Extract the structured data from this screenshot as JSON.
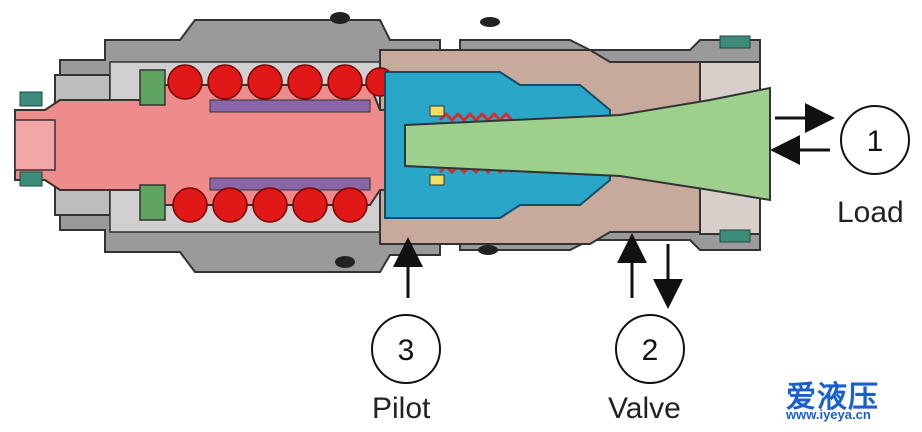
{
  "ports": [
    {
      "number": "1",
      "name": "Load"
    },
    {
      "number": "2",
      "name": "Valve"
    },
    {
      "number": "3",
      "name": "Pilot"
    }
  ],
  "watermark": {
    "brand": "爱液压",
    "url": "www.iyeya.cn"
  },
  "colors": {
    "body_gray": "#9a9a9a",
    "body_light": "#c8c8c8",
    "piston_pink": "#ee8c8c",
    "spring_red": "#e01818",
    "poppet_blue": "#2aa6c8",
    "spool_green": "#9cd08c",
    "seal_teal": "#3d8c7a",
    "cage_tan": "#c8aa9c",
    "retainer_purple": "#8a66a8",
    "small_spring": "#d23030",
    "detent_yellow": "#f2e060"
  }
}
